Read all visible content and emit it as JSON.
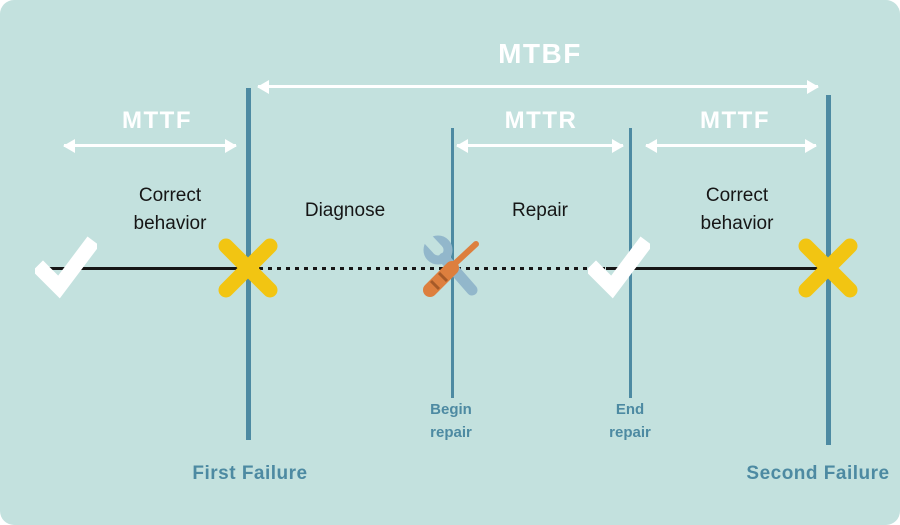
{
  "diagram": {
    "colors": {
      "bg": "#c3e1de",
      "teal": "#4d8aa2",
      "yellow": "#f2c512",
      "ink": "#161616",
      "white": "#ffffff",
      "tool_blue": "#92b7cb",
      "tool_orange": "#dd7f3e",
      "tool_stripe": "#a65a28"
    },
    "intervals": {
      "mtbf": "MTBF",
      "mttf_left": "MTTF",
      "mttr": "MTTR",
      "mttf_right": "MTTF"
    },
    "phases": {
      "correct_left": "Correct behavior",
      "diagnose": "Diagnose",
      "repair": "Repair",
      "correct_right": "Correct behavior"
    },
    "events": {
      "first_failure": "First Failure",
      "begin_repair": "Begin repair",
      "end_repair": "End repair",
      "second_failure": "Second Failure"
    }
  }
}
